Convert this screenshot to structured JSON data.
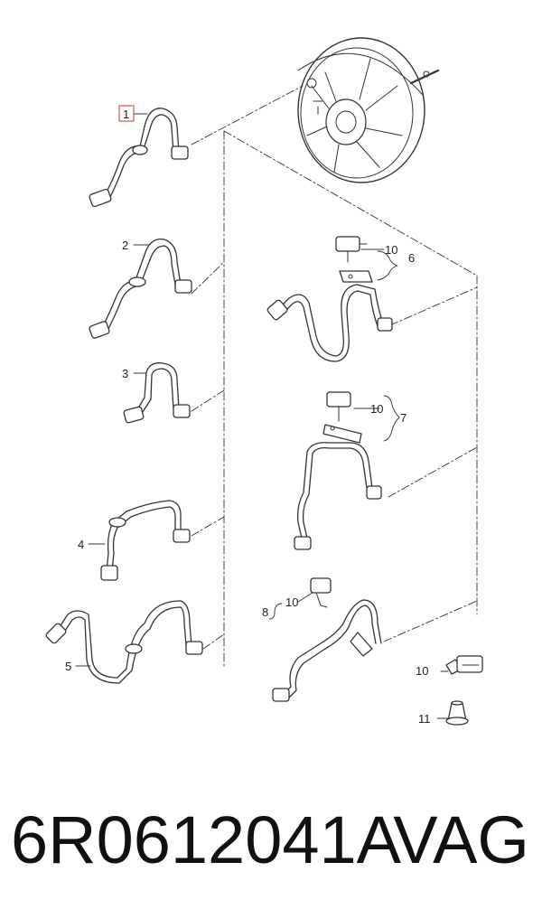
{
  "diagram": {
    "callouts": {
      "c1": "1",
      "c2": "2",
      "c3": "3",
      "c4": "4",
      "c5": "5",
      "c6": "6",
      "c7": "7",
      "c8": "8",
      "c10a": "10",
      "c10b": "10",
      "c10c": "10",
      "c10d": "10",
      "c11": "11"
    },
    "highlight_color": "#e05050"
  },
  "caption": {
    "part_number": "6R0612041A",
    "brand": "VAG"
  }
}
